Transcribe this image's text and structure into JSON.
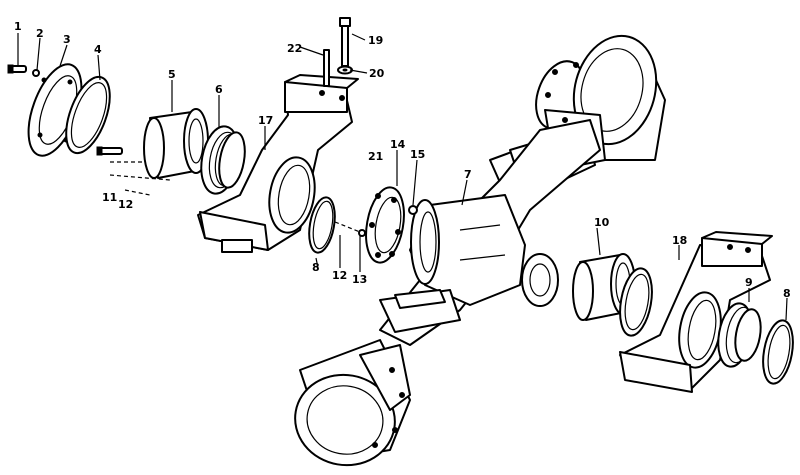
{
  "callouts": {
    "c1": "1",
    "c2": "2",
    "c3": "3",
    "c4": "4",
    "c5": "5",
    "c6": "6",
    "c17": "17",
    "c22": "22",
    "c19": "19",
    "c20": "20",
    "c21": "21",
    "c14": "14",
    "c15": "15",
    "c7": "7",
    "c11": "11",
    "c12a": "12",
    "c8a": "8",
    "c12b": "12",
    "c13": "13",
    "c10": "10",
    "c18": "18",
    "c9": "9",
    "c8b": "8"
  }
}
